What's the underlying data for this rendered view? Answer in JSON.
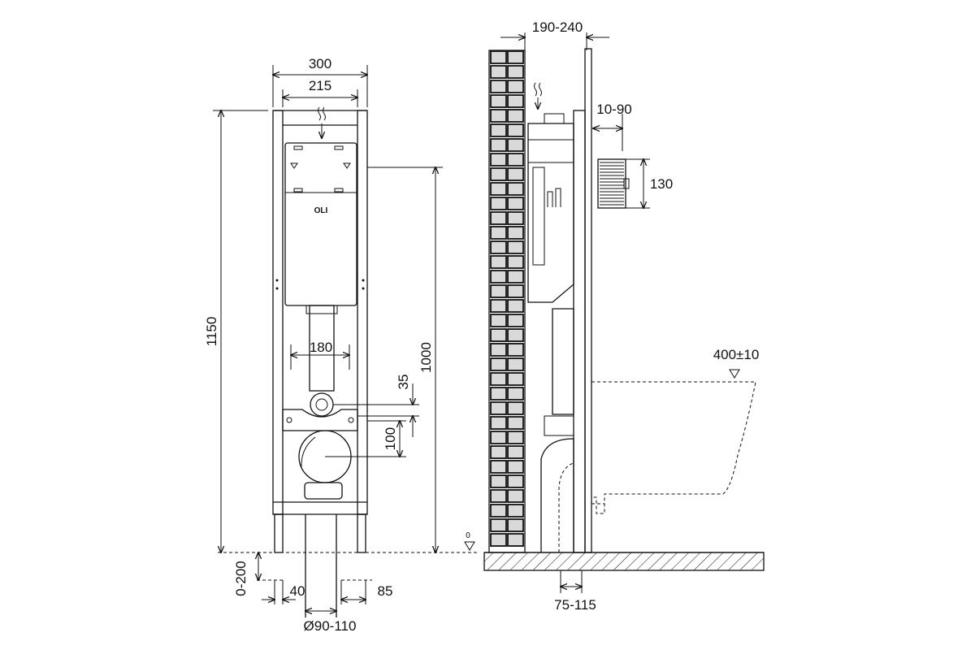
{
  "front_view": {
    "dimensions": {
      "total_width": "300",
      "inner_width": "215",
      "total_height": "1150",
      "flush_height": "1000",
      "bolt_spacing": "180",
      "outlet_offset": "35",
      "outlet_height": "100",
      "foot_adjust": "0-200",
      "foot_left": "40",
      "foot_right": "85",
      "drain_diameter": "Ø90-110"
    },
    "tank_logo": "OLI"
  },
  "side_view": {
    "dimensions": {
      "wall_depth": "190-240",
      "panel_offset": "10-90",
      "inlet_height": "130",
      "seat_height": "400±10",
      "drain_offset": "75-115"
    },
    "floor_level": "0"
  }
}
